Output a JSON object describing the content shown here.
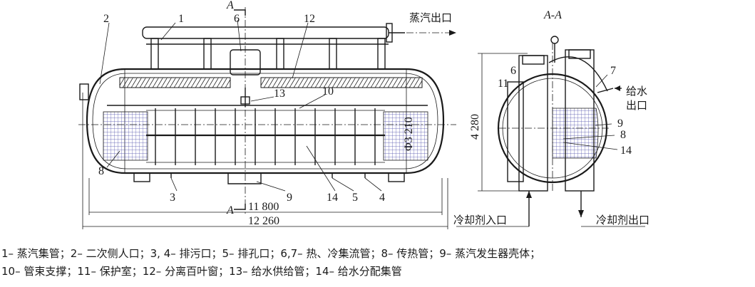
{
  "side_view": {
    "labels": [
      "1",
      "2",
      "6",
      "12",
      "13",
      "10",
      "8",
      "3",
      "9",
      "14",
      "5",
      "4"
    ],
    "section_mark_top": "A",
    "section_mark_bottom": "A",
    "steam_outlet": "蒸汽出口",
    "diameter": "Φ3 210",
    "length_inner": "11 800",
    "length_outer": "12 260"
  },
  "section_view": {
    "title": "A-A",
    "labels": [
      "6",
      "11",
      "7",
      "9",
      "8",
      "14"
    ],
    "feedwater_outlet_line1": "给水",
    "feedwater_outlet_line2": "出口",
    "height": "4 280",
    "coolant_inlet": "冷却剂入口",
    "coolant_outlet": "冷却剂出口"
  },
  "legend": {
    "line1": "1– 蒸汽集管；2– 二次侧人口；3, 4– 排污口；5– 排孔口；6,7– 热、冷集流管；8– 传热管；9– 蒸汽发生器壳体；",
    "line2": "10– 管束支撑；11– 保护室；12– 分离百叶窗；13– 给水供给管；14– 给水分配集管"
  }
}
